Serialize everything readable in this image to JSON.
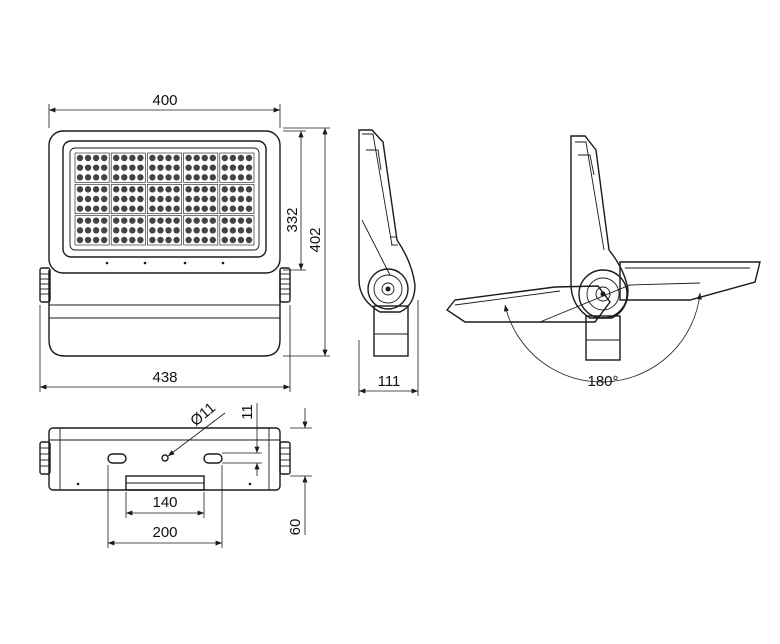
{
  "dimensions": {
    "front_width": "400",
    "overall_width": "438",
    "lens_height": "332",
    "overall_height": "402",
    "side_depth": "111",
    "rotation_angle": "180°",
    "hole_diameter": "Ø11",
    "hole_offset": "11",
    "slot_spacing_inner": "140",
    "slot_spacing_outer": "200",
    "bracket_height": "60"
  },
  "led_grid": {
    "rows": 3,
    "modules_per_row": 5
  }
}
